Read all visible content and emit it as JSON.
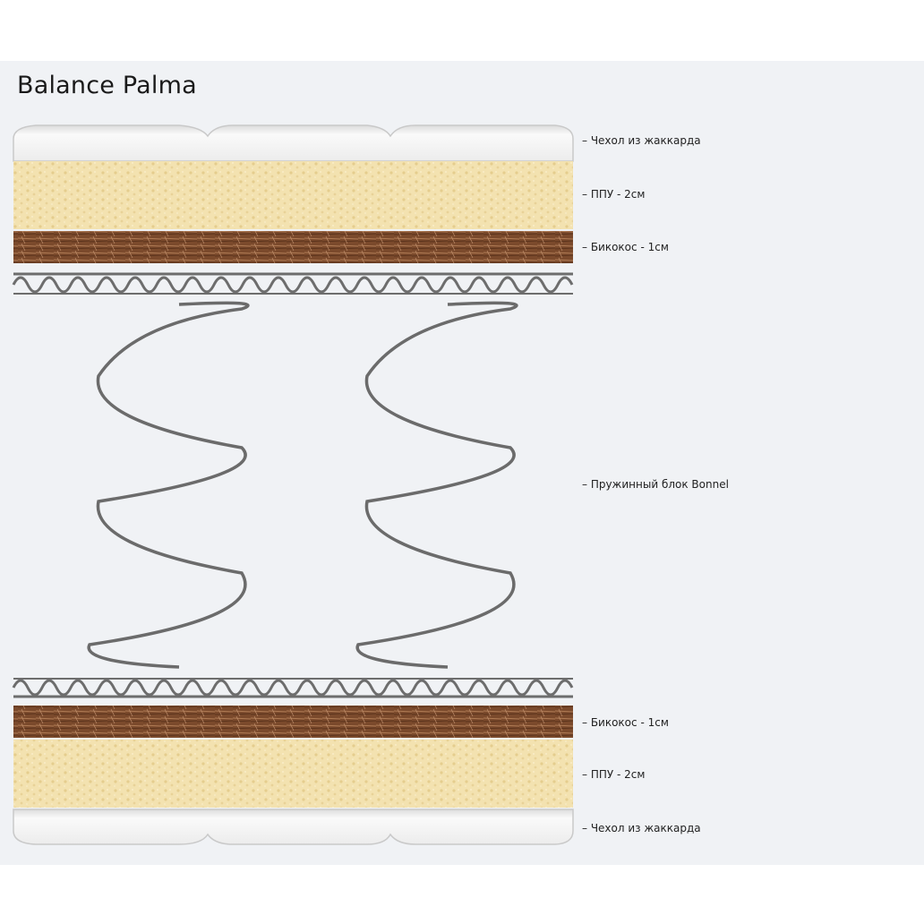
{
  "title": "Balance Palma",
  "layers_top": [
    {
      "label": "– Чехол из жаккарда",
      "material": "jacquard"
    },
    {
      "label": "– ППУ - 2см",
      "material": "foam"
    },
    {
      "label": "– Бикокос - 1см",
      "material": "coconut"
    }
  ],
  "spring_block": {
    "label": "– Пружинный блок Bonnel"
  },
  "layers_bottom": [
    {
      "label": "– Бикокос - 1см",
      "material": "coconut"
    },
    {
      "label": "– ППУ - 2см",
      "material": "foam"
    },
    {
      "label": "– Чехол из жаккарда",
      "material": "jacquard"
    }
  ],
  "colors": {
    "panel_bg": "#f0f2f5",
    "jacquard": "#f4f4f4",
    "foam": "#f3e2b0",
    "coconut": "#7a4a2c",
    "wire": "#6d6d6d"
  }
}
